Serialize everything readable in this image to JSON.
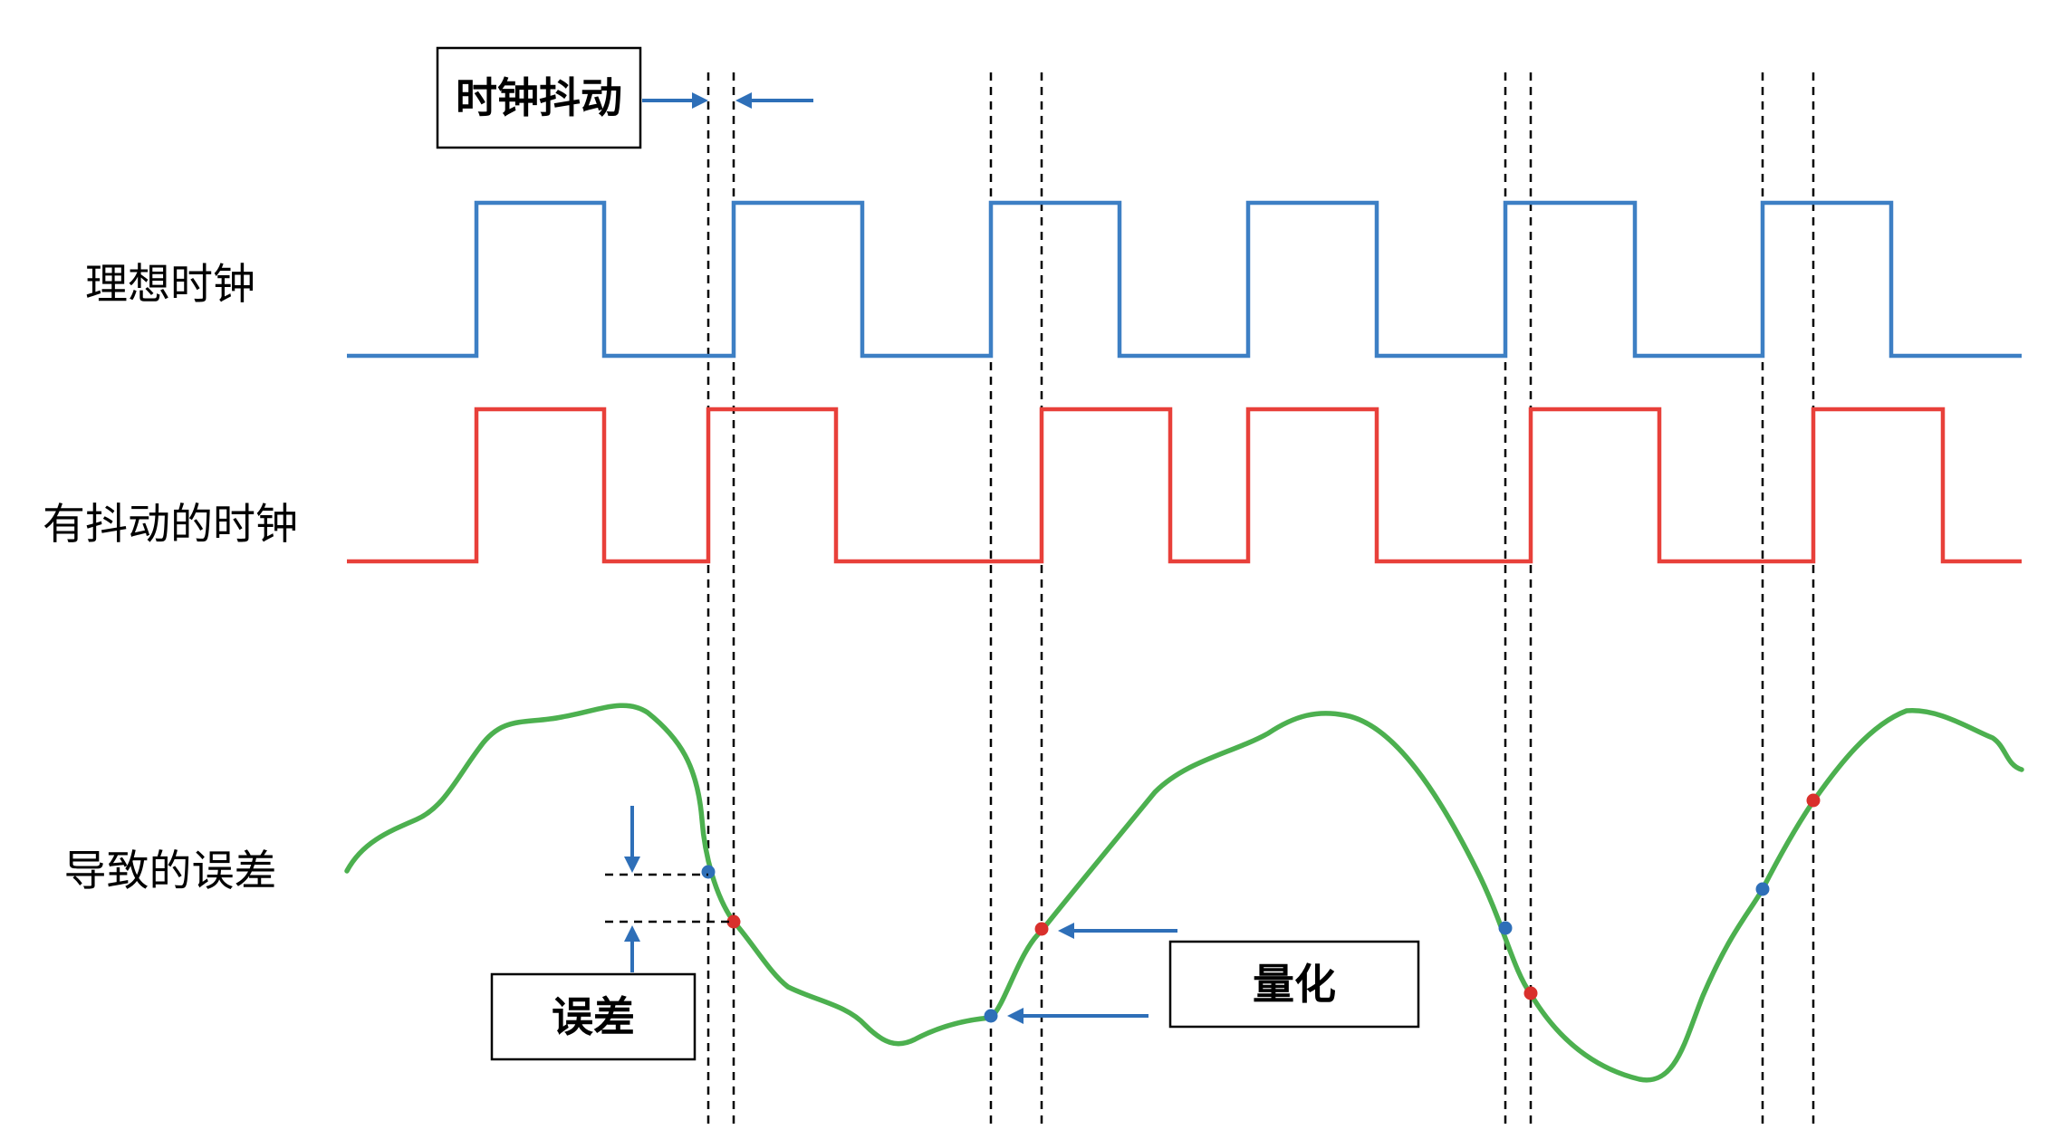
{
  "labels": {
    "ideal_clock": "理想时钟",
    "jittered_clock": "有抖动的时钟",
    "resulting_error": "导致的误差",
    "clock_jitter": "时钟抖动",
    "error": "误差",
    "quantization": "量化"
  },
  "colors": {
    "ideal_clock": "#3d7fc4",
    "jittered_clock": "#e8403a",
    "error_curve": "#4cb04f",
    "ideal_sample": "#2e6fb8",
    "jittered_sample": "#d9302c",
    "arrow": "#2e6fb8",
    "guide": "#000000"
  },
  "icons": {
    "jitter_arrows": "arrow-right-icon / arrow-left-icon",
    "error_arrows": "arrow-down-icon / arrow-up-icon",
    "quantization_arrows": "arrow-left-icon"
  }
}
